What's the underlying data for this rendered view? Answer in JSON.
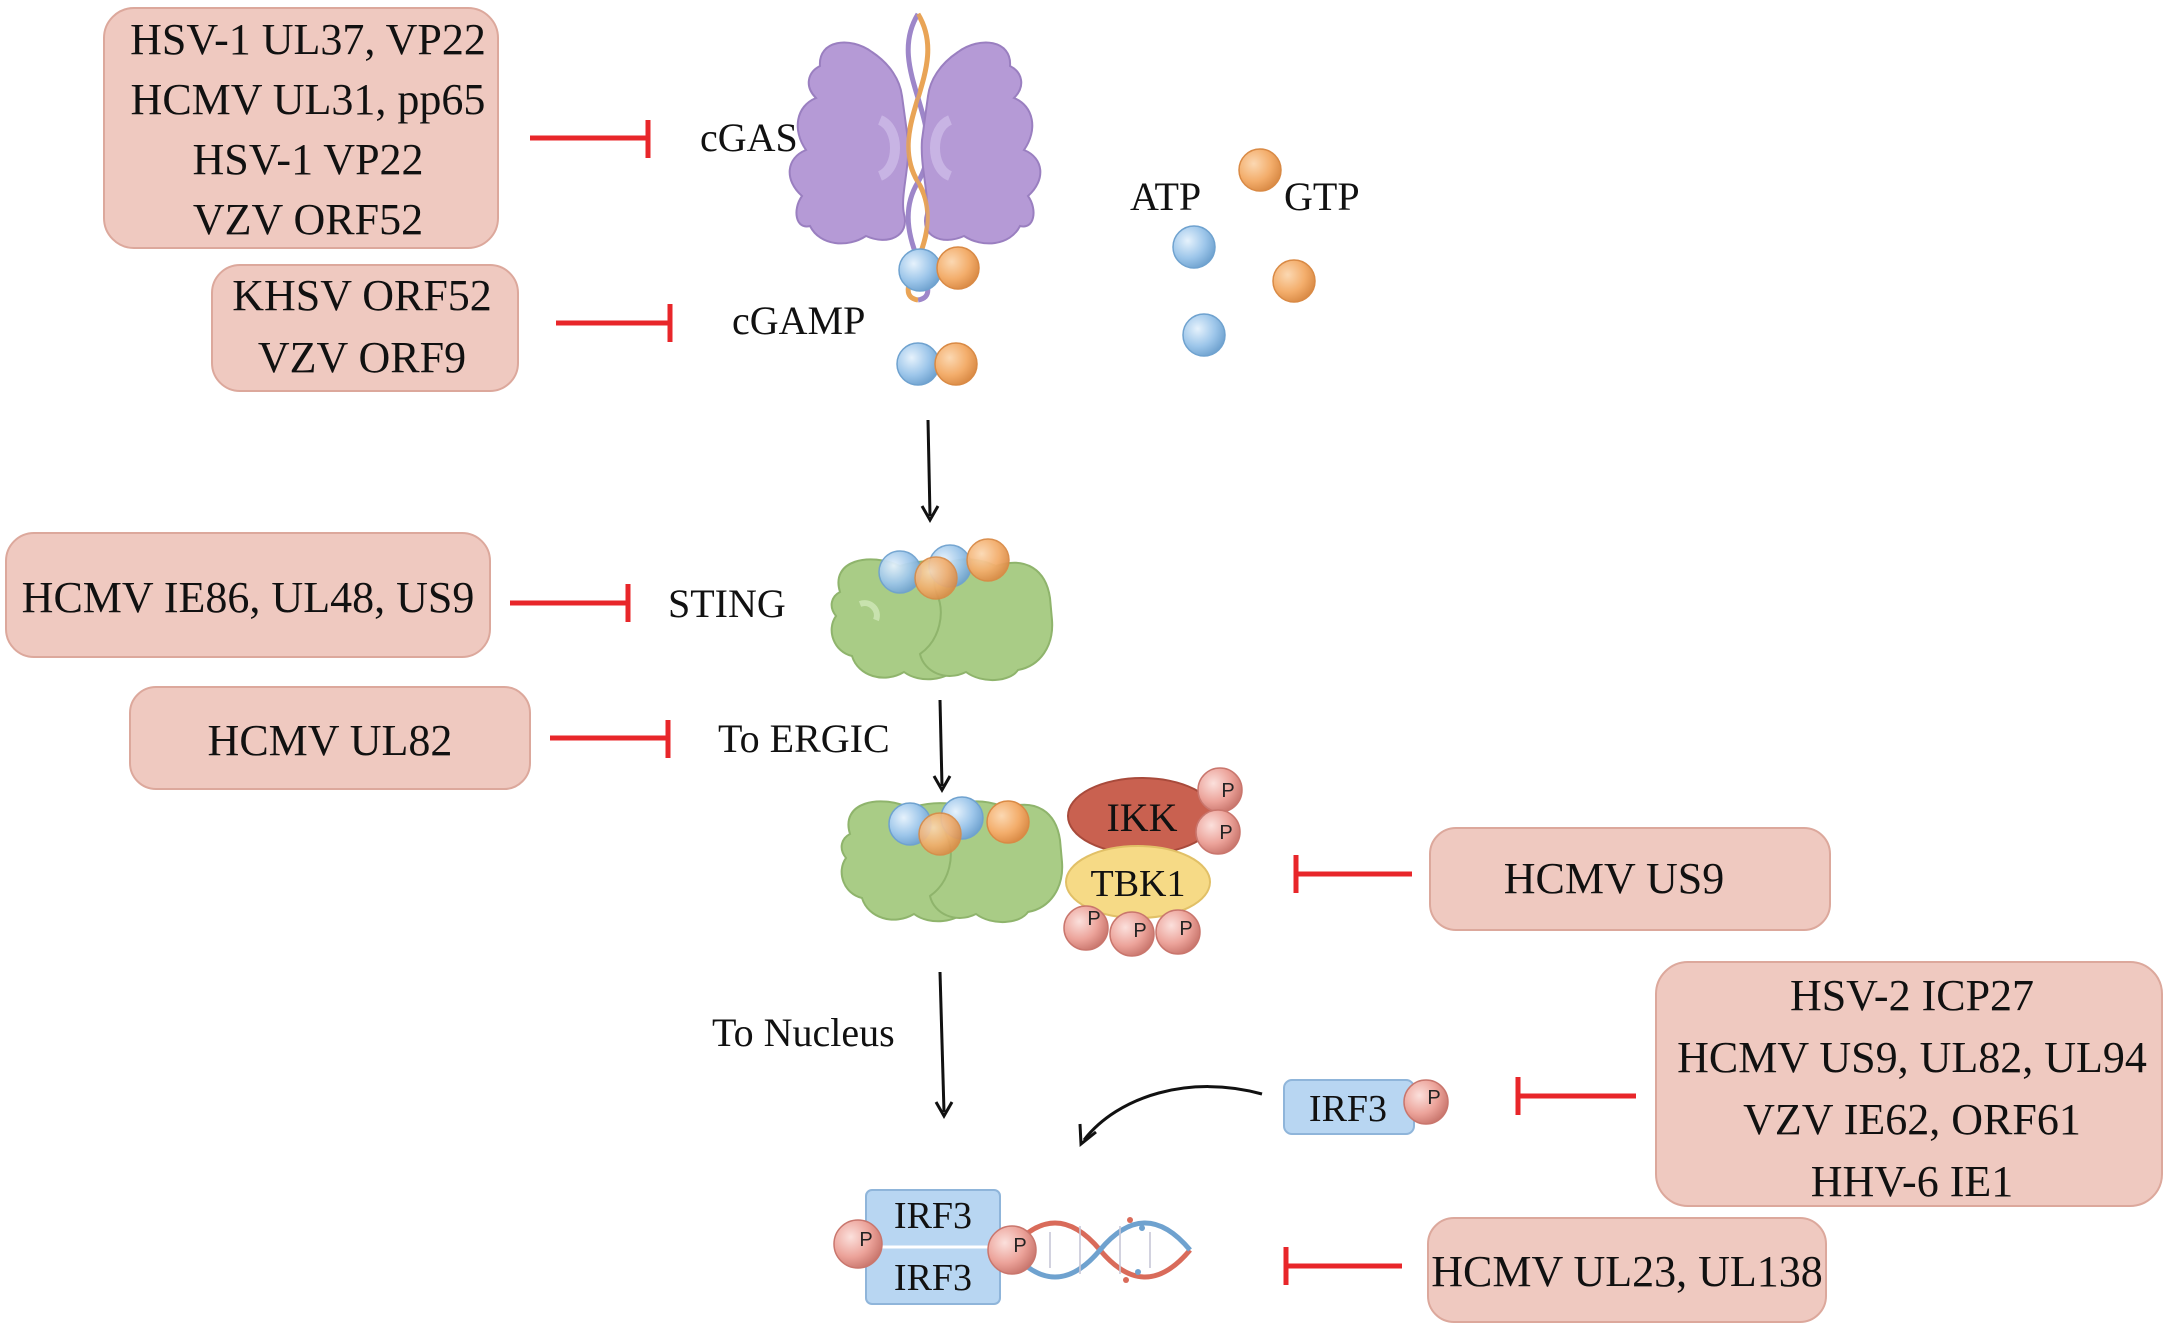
{
  "inhibitors": {
    "cgas": [
      "HSV-1 UL37, VP22",
      "HCMV UL31, pp65",
      "HSV-1 VP22",
      "VZV ORF52"
    ],
    "cgamp": [
      "KHSV ORF52",
      "VZV ORF9"
    ],
    "sting": [
      "HCMV IE86, UL48, US9"
    ],
    "ergic": [
      "HCMV UL82"
    ],
    "tbk1": [
      "HCMV US9"
    ],
    "irf3": [
      "HSV-2 ICP27",
      "HCMV US9, UL82, UL94",
      "VZV IE62, ORF61",
      "HHV-6 IE1"
    ],
    "nucleus": [
      "HCMV UL23, UL138"
    ]
  },
  "labels": {
    "cgas": "cGAS",
    "cgamp": "cGAMP",
    "atp": "ATP",
    "gtp": "GTP",
    "sting": "STING",
    "to_ergic": "To ERGIC",
    "to_nucleus": "To Nucleus",
    "ikk": "IKK",
    "tbk1": "TBK1",
    "irf3_cyto": "IRF3",
    "irf3_dimer_top": "IRF3",
    "irf3_dimer_bottom": "IRF3",
    "phospho": "P"
  },
  "colors": {
    "box_fill": "#efc9c0",
    "box_stroke": "#dca89c",
    "inhibit": "#e8262a",
    "cgas_protein": "#b59ad6",
    "sting_protein": "#a9cc86",
    "atp_ball": "#9dc6ea",
    "gtp_ball": "#f3ad6b",
    "ikk": "#c96150",
    "tbk1": "#f6da86",
    "phospho_ball": "#eca39a",
    "irf3_box": "#b8d6f2"
  }
}
